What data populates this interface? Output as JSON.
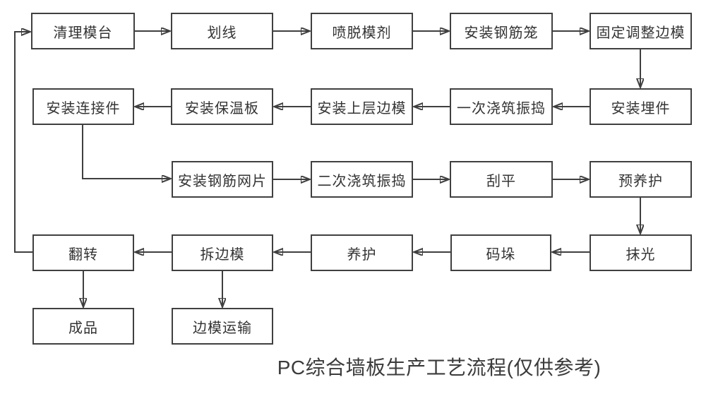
{
  "diagram": {
    "title": "PC综合墙板生产工艺流程(仅供参考)",
    "colors": {
      "background": "#ffffff",
      "node_border": "#404040",
      "node_fill": "#ffffff",
      "node_text": "#333333",
      "connector": "#3f3f3f",
      "title_text": "#3b3b3b"
    },
    "nodes": [
      {
        "id": "clean-mold-table",
        "label": "清理模台"
      },
      {
        "id": "marking",
        "label": "划线"
      },
      {
        "id": "spray-release-agent",
        "label": "喷脱模剂"
      },
      {
        "id": "install-rebar-cage",
        "label": "安装钢筋笼"
      },
      {
        "id": "fix-adjust-side-mold",
        "label": "固定调整边模"
      },
      {
        "id": "install-embedded-parts",
        "label": "安装埋件"
      },
      {
        "id": "first-pour-vibrate",
        "label": "一次浇筑振捣"
      },
      {
        "id": "install-upper-side-mold",
        "label": "安装上层边模"
      },
      {
        "id": "install-insulation-board",
        "label": "安装保温板"
      },
      {
        "id": "install-connectors",
        "label": "安装连接件"
      },
      {
        "id": "install-rebar-mesh",
        "label": "安装钢筋网片"
      },
      {
        "id": "second-pour-vibrate",
        "label": "二次浇筑振捣"
      },
      {
        "id": "screeding",
        "label": "刮平"
      },
      {
        "id": "pre-curing",
        "label": "预养护"
      },
      {
        "id": "polishing",
        "label": "抹光"
      },
      {
        "id": "stacking",
        "label": "码垛"
      },
      {
        "id": "curing",
        "label": "养护"
      },
      {
        "id": "remove-side-mold",
        "label": "拆边模"
      },
      {
        "id": "flip",
        "label": "翻转"
      },
      {
        "id": "finished-product",
        "label": "成品"
      },
      {
        "id": "side-mold-transport",
        "label": "边模运输"
      }
    ],
    "edges": [
      {
        "from": 0,
        "to": 1
      },
      {
        "from": 1,
        "to": 2
      },
      {
        "from": 2,
        "to": 3
      },
      {
        "from": 3,
        "to": 4
      },
      {
        "from": 4,
        "to": 5
      },
      {
        "from": 5,
        "to": 6
      },
      {
        "from": 6,
        "to": 7
      },
      {
        "from": 7,
        "to": 8
      },
      {
        "from": 8,
        "to": 9
      },
      {
        "from": 9,
        "to": 10
      },
      {
        "from": 10,
        "to": 11
      },
      {
        "from": 11,
        "to": 12
      },
      {
        "from": 12,
        "to": 13
      },
      {
        "from": 13,
        "to": 14
      },
      {
        "from": 14,
        "to": 15
      },
      {
        "from": 15,
        "to": 16
      },
      {
        "from": 16,
        "to": 17
      },
      {
        "from": 17,
        "to": 18
      },
      {
        "from": 18,
        "to": 19
      },
      {
        "from": 17,
        "to": 20
      },
      {
        "from": 18,
        "to": 0
      }
    ]
  }
}
